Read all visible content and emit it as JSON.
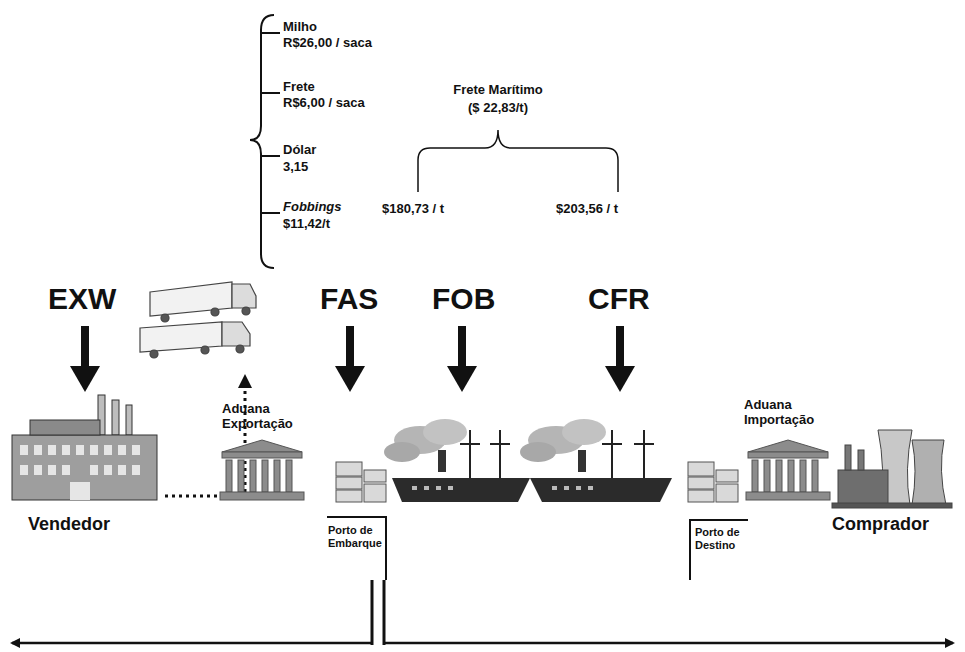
{
  "diagram": {
    "labels": [
      "Milho",
      "R$26,00 / saca",
      "Frete",
      "R$6,00 / saca",
      "Dólar",
      "3,15",
      "Fobbings",
      "$11,42/t",
      "Frete Marítimo",
      "($ 22,83/t)",
      "$180,73 / t",
      "$203,56 / t",
      "EXW",
      "FAS",
      "FOB",
      "CFR",
      "Aduana Exportação",
      "Aduana Importação",
      "Vendedor",
      "Comprador",
      "Porto de Embarque",
      "Porto de Destino"
    ]
  }
}
